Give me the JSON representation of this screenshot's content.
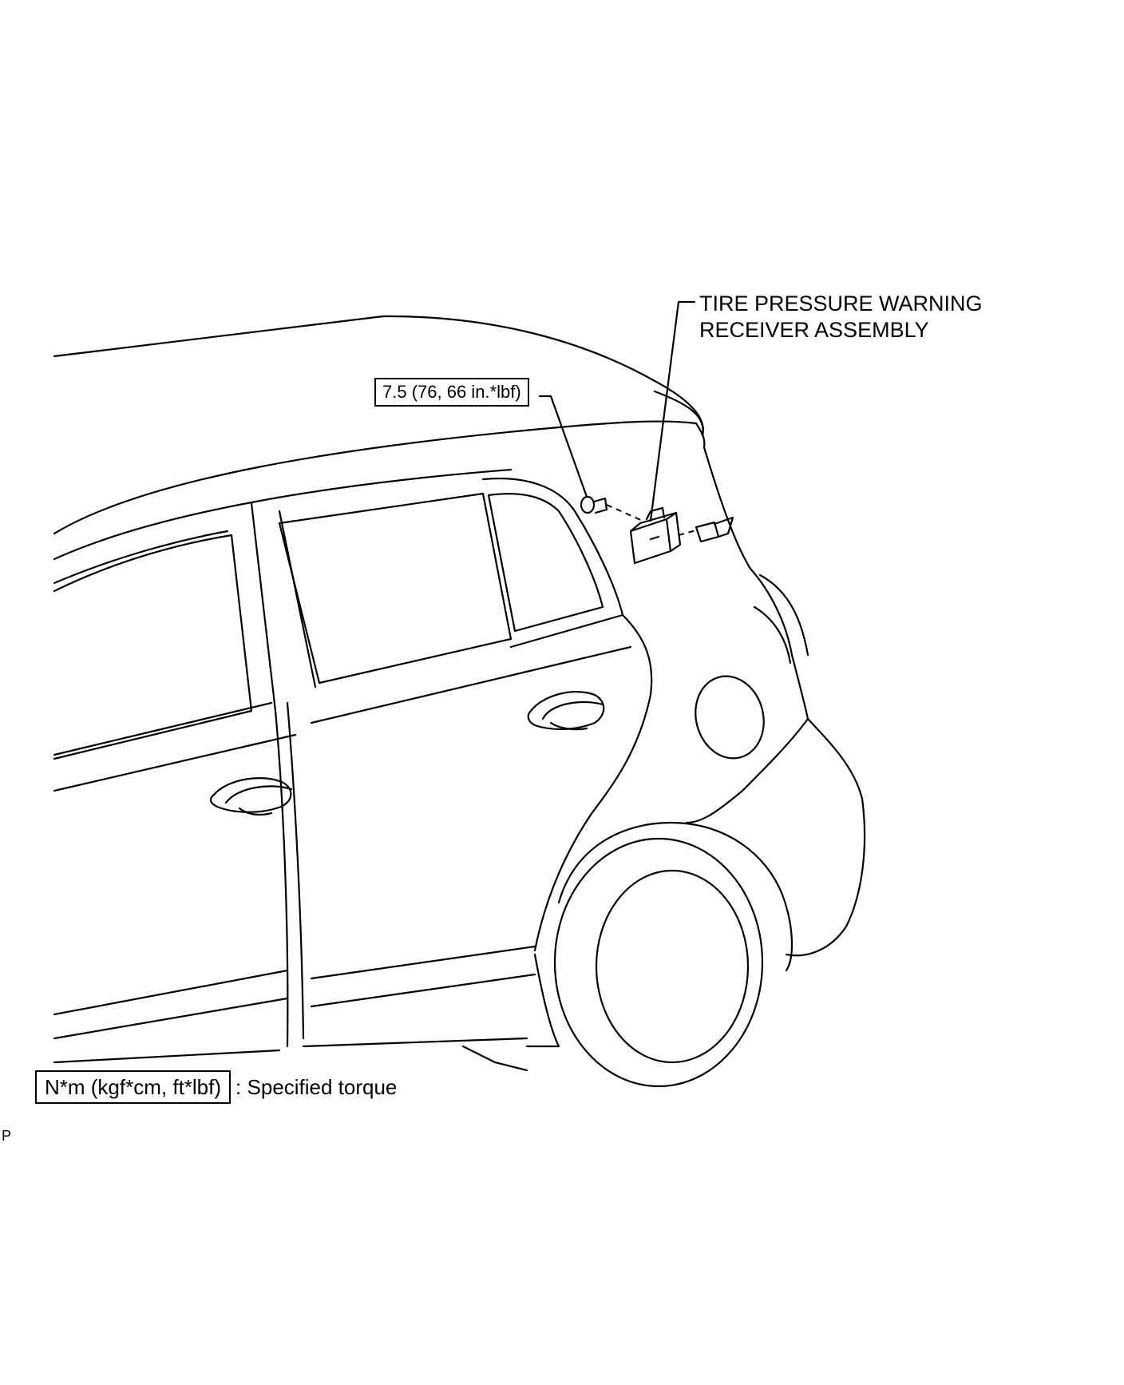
{
  "callouts": {
    "part_line1": "TIRE PRESSURE WARNING",
    "part_line2": "RECEIVER ASSEMBLY",
    "torque_value": "7.5 (76, 66 in.*lbf)"
  },
  "legend": {
    "unit_box": "N*m (kgf*cm, ft*lbf)",
    "description": ": Specified torque"
  },
  "corner_code": "P",
  "colors": {
    "line": "#000000",
    "background": "#ffffff"
  }
}
